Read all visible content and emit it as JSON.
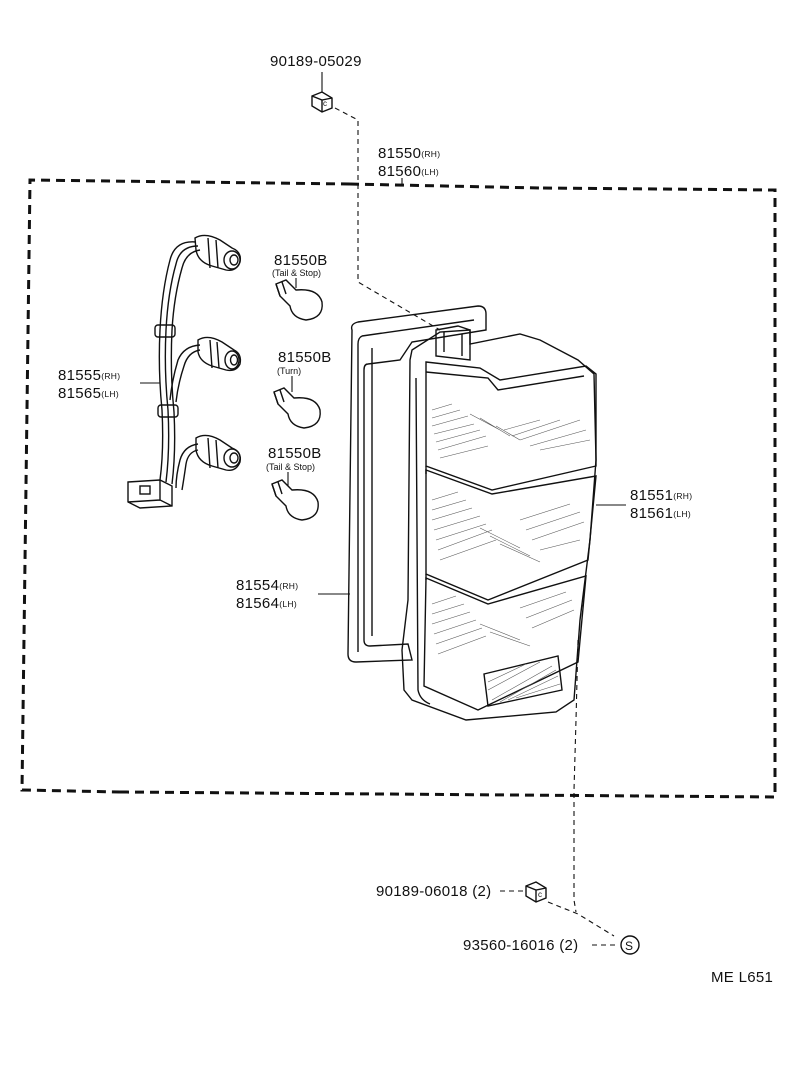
{
  "diagram_id": "ME L651",
  "parts": {
    "screw_top": {
      "number": "90189-05029"
    },
    "lamp_assy": {
      "number_rh": "81550",
      "side_rh": "(RH)",
      "number_lh": "81560",
      "side_lh": "(LH)"
    },
    "bulb_tail_stop_upper": {
      "number": "81550B",
      "caption": "(Tail & Stop)"
    },
    "bulb_turn": {
      "number": "81550B",
      "caption": "(Turn)"
    },
    "bulb_tail_stop_lower": {
      "number": "81550B",
      "caption": "(Tail & Stop)"
    },
    "socket_wire": {
      "number_rh": "81555",
      "side_rh": "(RH)",
      "number_lh": "81565",
      "side_lh": "(LH)"
    },
    "gasket": {
      "number_rh": "81554",
      "side_rh": "(RH)",
      "number_lh": "81564",
      "side_lh": "(LH)"
    },
    "lens": {
      "number_rh": "81551",
      "side_rh": "(RH)",
      "number_lh": "81561",
      "side_lh": "(LH)"
    },
    "screw_bottom": {
      "number": "90189-06018",
      "qty": "(2)"
    },
    "nut": {
      "number": "93560-16016",
      "qty": "(2)",
      "symbol": "S"
    }
  }
}
